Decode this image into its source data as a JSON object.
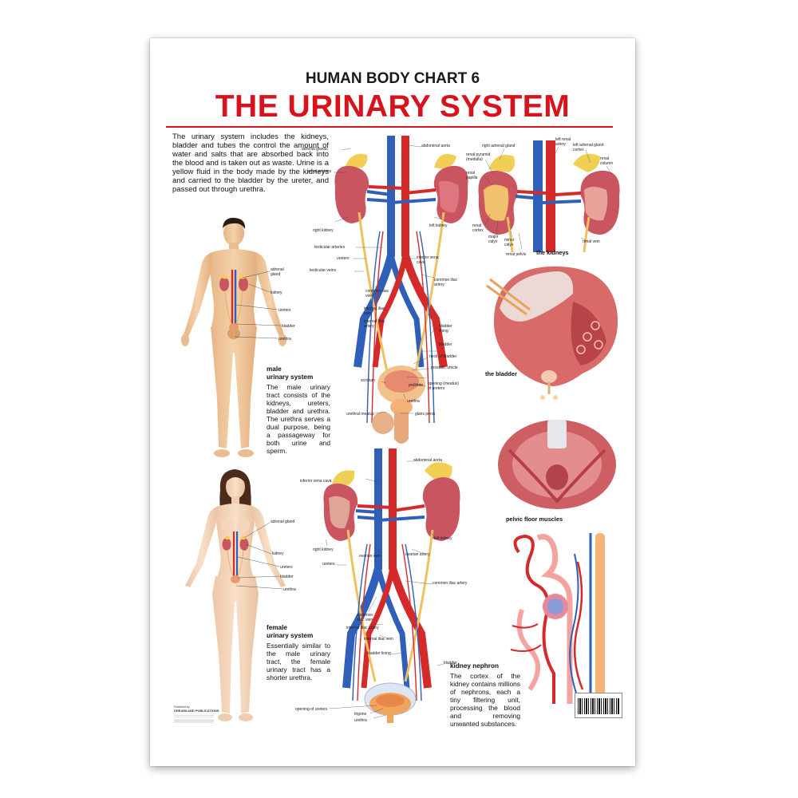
{
  "poster": {
    "supertitle": "HUMAN BODY CHART 6",
    "title": "THE URINARY SYSTEM",
    "intro": "The urinary system includes the kidneys, bladder and tubes the control the amount of water and salts that are absorbed back into the blood and is taken out as waste. Urine is a yellow fluid in the body made by the kidneys and carried to the bladder by the ureter, and passed out through urethra."
  },
  "male": {
    "caption": "male urinary system",
    "caption_line1": "male",
    "caption_line2": "urinary system",
    "text": "The male urinary tract consists of the kidneys, ureters, bladder and urethra. The urethra serves a dual purpose, being a passageway for both urine and sperm.",
    "labels": [
      "adrenal gland",
      "kidney",
      "ureters",
      "bladder",
      "urethra"
    ]
  },
  "female": {
    "caption_line1": "female",
    "caption_line2": "urinary system",
    "text": "Essentially similar to the male urinary tract, the female urinary tract has a shorter urethra.",
    "labels": [
      "adrenal gland",
      "kidney",
      "ureters",
      "bladder",
      "urethra"
    ]
  },
  "male_diagram": {
    "labels": {
      "adrenal_glands": "adrenal glands",
      "abdominal_aorta": "abdominal aorta",
      "renal_arteries": "renal arteries",
      "right_kidney": "right kidney",
      "left_kidney": "left kidney",
      "testicular_arteries": "testicular arteries",
      "ureters": "ureters",
      "testicular_veins": "testicular veins",
      "inferior_vena_cava": "inferior vena cava",
      "common_iliac_artery": "common iliac artery",
      "common_iliac_vein": "common iliac vein",
      "internal_iliac_vein": "internal iliac vein",
      "internal_iliac_artery": "internal iliac artery",
      "bladder_lining": "bladder lining",
      "bladder": "bladder",
      "neck_of_bladder": "neck of bladder",
      "prostatic_utricle": "prostatic utricle",
      "opening_of_ureters": "opening (meatus) of ureters",
      "prostate": "prostate",
      "scrotum": "scrotum",
      "urethra": "urethra",
      "urethral_meatus": "urethral meatus",
      "glans_penis": "glans penis"
    }
  },
  "female_diagram": {
    "labels": {
      "abdominal_aorta": "abdominal aorta",
      "inferior_vena_cava": "inferior vena cava",
      "right_kidney": "right kidney",
      "left_kidney": "left kidney",
      "ovarian_vein": "ovarian vein",
      "ovarian_artery": "ovarian artery",
      "ureters": "ureters",
      "common_iliac_artery": "common iliac artery",
      "common_iliac_vein": "common iliac vein",
      "internal_iliac_artery": "internal iliac artery",
      "internal_iliac_vein": "internal iliac vein",
      "bladder_lining": "bladder lining",
      "bladder": "bladder",
      "opening_of_ureters": "opening of ureters",
      "trigone": "trigone",
      "urethra": "urethra"
    }
  },
  "kidney_detail": {
    "caption": "the kidneys",
    "labels": {
      "right_adrenal_gland": "right adrenal gland",
      "left_renal_artery": "left renal artery",
      "left_adrenal_gland_cortex": "left adrenal gland cortex",
      "renal_pyramid": "renal pyramid (medulla)",
      "renal_papilla": "renal papilla",
      "renal_column": "renal column",
      "renal_cortex": "renal cortex",
      "major_calyx": "major calyx",
      "minor_calyx": "minor calyx",
      "renal_pelvis": "renal pelvis",
      "renal_vein": "renal vein"
    }
  },
  "bladder_detail": {
    "caption": "the bladder"
  },
  "pelvic_detail": {
    "caption": "pelvic floor muscles"
  },
  "nephron": {
    "caption": "kidney nephron",
    "text": "The cortex of the kidney contains millions of nephrons, each a tiny filtering unit, processing the blood and removing unwanted substances."
  },
  "publisher": {
    "line1": "Published by",
    "line2": "DREAMLAND PUBLICATIONS"
  },
  "colors": {
    "title_red": "#d7141d",
    "artery": "#d42a2a",
    "vein": "#2f5fb8",
    "skin": "#f0c79a",
    "kidney": "#c95561",
    "adrenal": "#f1cf55"
  }
}
